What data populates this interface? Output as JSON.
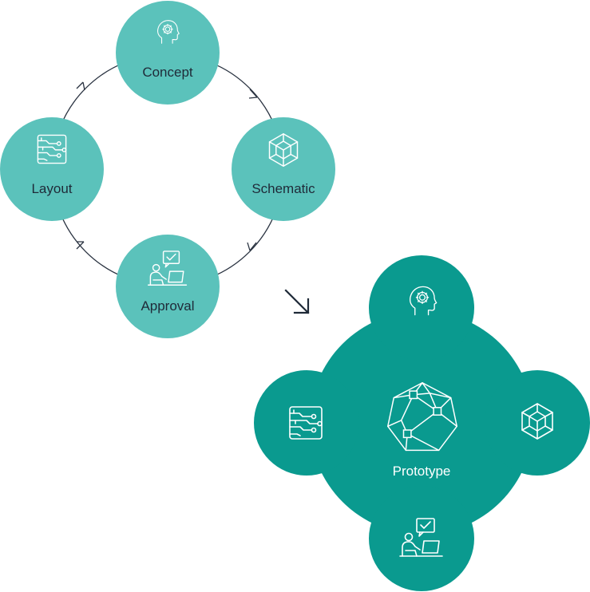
{
  "cycle": {
    "concept": {
      "label": "Concept",
      "icon": "head-gear-icon"
    },
    "schematic": {
      "label": "Schematic",
      "icon": "cube-wireframe-icon"
    },
    "approval": {
      "label": "Approval",
      "icon": "person-laptop-approval-icon"
    },
    "layout": {
      "label": "Layout",
      "icon": "circuit-board-icon"
    }
  },
  "prototype": {
    "label": "Prototype",
    "icon": "polyhedron-network-icon",
    "petals": [
      "head-gear-icon",
      "cube-wireframe-icon",
      "person-laptop-approval-icon",
      "circuit-board-icon"
    ]
  },
  "colors": {
    "cycle_fill": "#5bc2bb",
    "prototype_fill": "#0a9a8f",
    "cycle_line": "#2a3341",
    "label_text": "#1f2a38",
    "icon_stroke": "#ffffff"
  }
}
